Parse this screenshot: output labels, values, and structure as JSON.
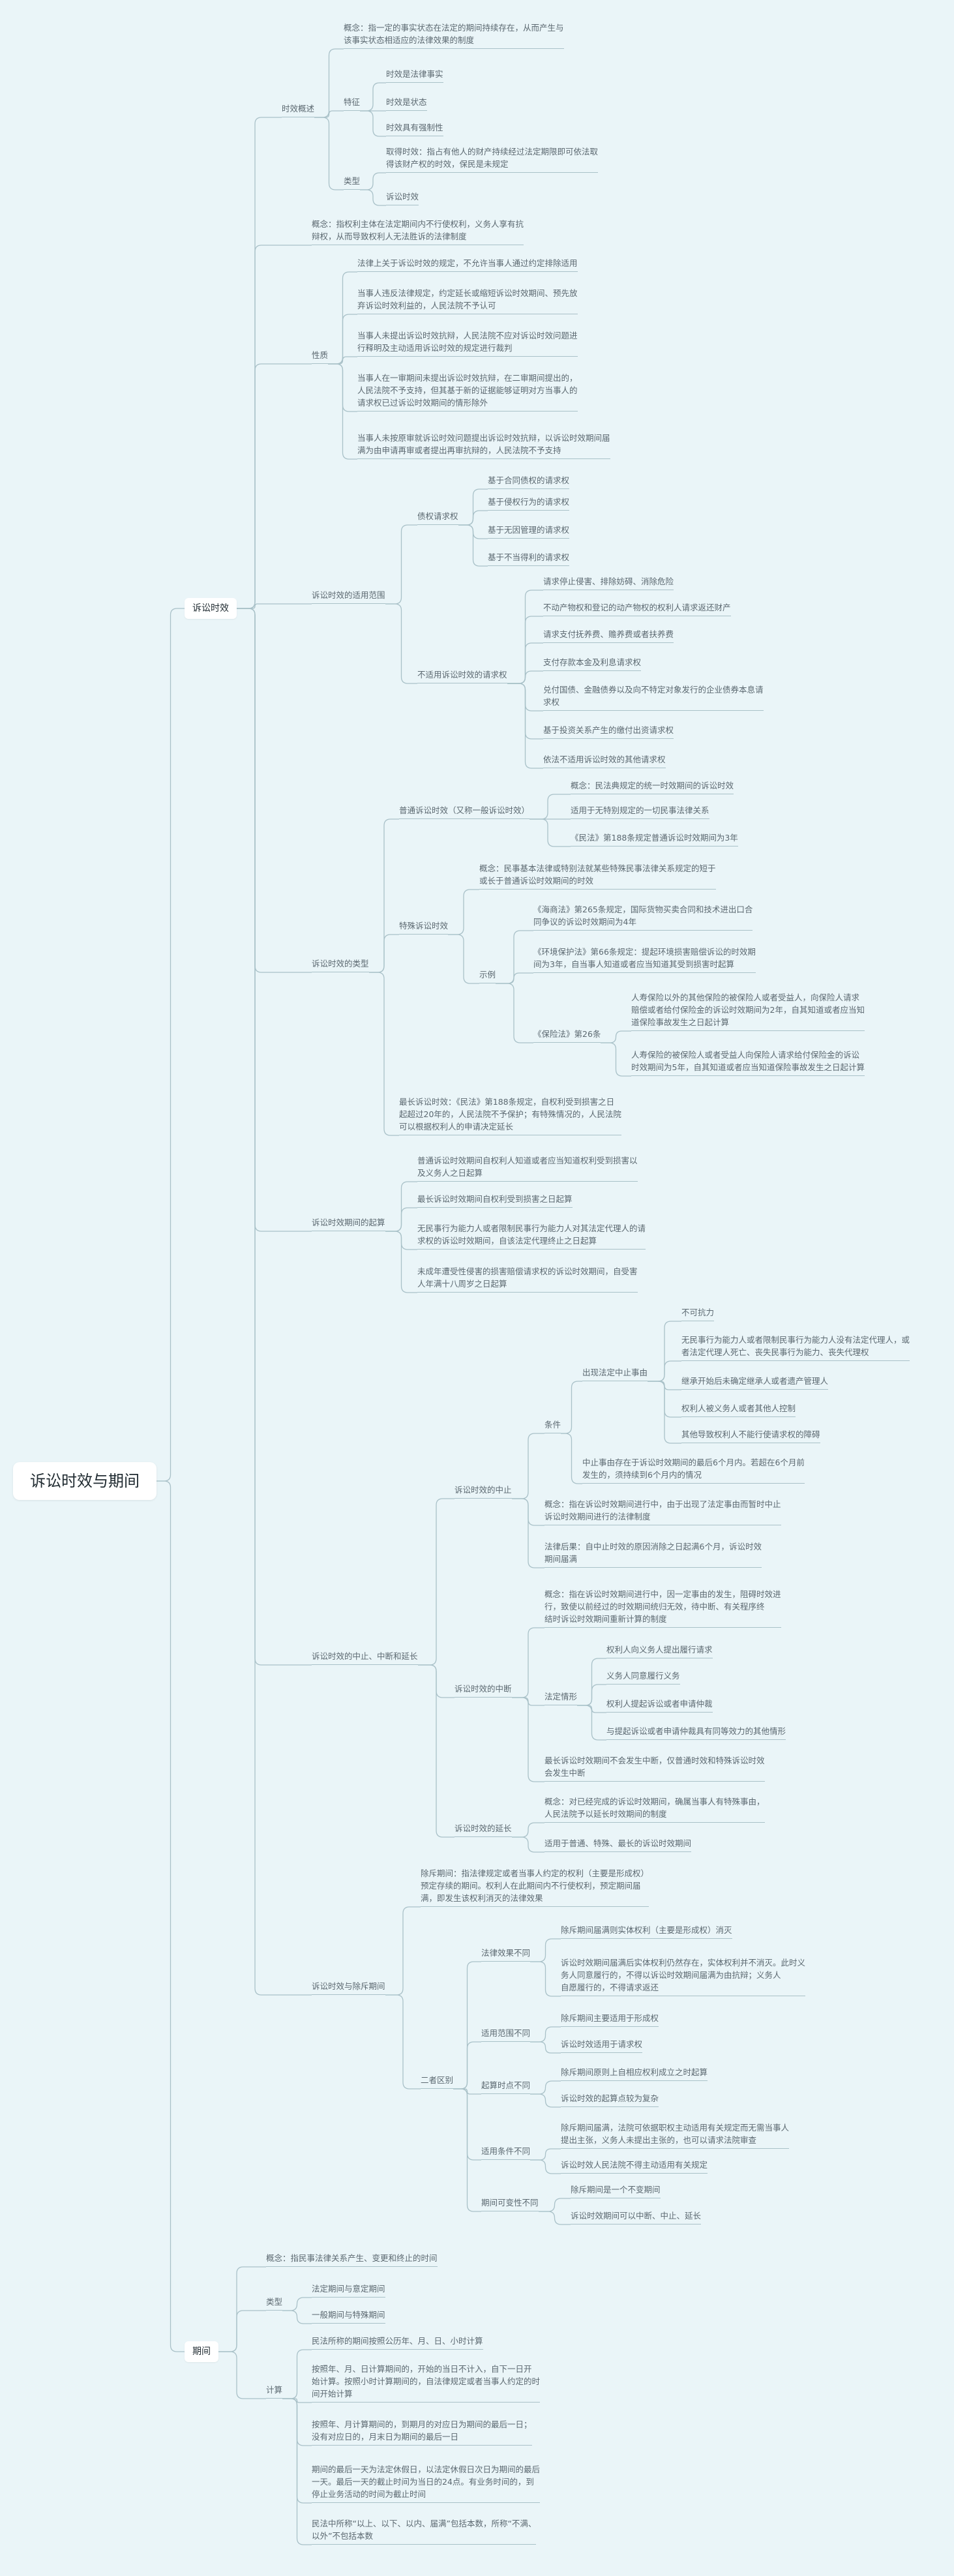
{
  "title": "诉讼时效与期间",
  "colors": {
    "background": "#eaf5f8",
    "line": "#a9c1c8",
    "root_text": "#1f2a30",
    "text": "#5b6870"
  },
  "nodes": [
    {
      "id": "root",
      "text": "诉讼时效与期间"
    },
    {
      "id": "sx",
      "parent": "root",
      "text": "诉讼时效"
    },
    {
      "id": "qj",
      "parent": "root",
      "text": "期间"
    },
    {
      "id": "sx1",
      "parent": "sx",
      "text": "时效概述"
    },
    {
      "id": "sx1a",
      "parent": "sx1",
      "text": "概念：指一定的事实状态在法定的期间持续存在，从而产生与\n该事实状态相适应的法律效果的制度"
    },
    {
      "id": "sx1b",
      "parent": "sx1",
      "text": "特征"
    },
    {
      "id": "sx1b1",
      "parent": "sx1b",
      "text": "时效是法律事实"
    },
    {
      "id": "sx1b2",
      "parent": "sx1b",
      "text": "时效是状态"
    },
    {
      "id": "sx1b3",
      "parent": "sx1b",
      "text": "时效具有强制性"
    },
    {
      "id": "sx1c",
      "parent": "sx1",
      "text": "类型"
    },
    {
      "id": "sx1c1",
      "parent": "sx1c",
      "text": "取得时效：指占有他人的财产持续经过法定期限即可依法取\n得该财产权的时效，保民是未规定"
    },
    {
      "id": "sx1c2",
      "parent": "sx1c",
      "text": "诉讼时效"
    },
    {
      "id": "sx2",
      "parent": "sx",
      "text": "概念：指权利主体在法定期间内不行使权利，义务人享有抗\n辩权，从而导致权利人无法胜诉的法律制度"
    },
    {
      "id": "sx3",
      "parent": "sx",
      "text": "性质"
    },
    {
      "id": "sx3a",
      "parent": "sx3",
      "text": "法律上关于诉讼时效的规定，不允许当事人通过约定排除适用"
    },
    {
      "id": "sx3b",
      "parent": "sx3",
      "text": "当事人违反法律规定，约定延长或缩短诉讼时效期间、预先放\n弃诉讼时效利益的，人民法院不予认可"
    },
    {
      "id": "sx3c",
      "parent": "sx3",
      "text": "当事人未提出诉讼时效抗辩，人民法院不应对诉讼时效问题进\n行释明及主动适用诉讼时效的规定进行裁判"
    },
    {
      "id": "sx3d",
      "parent": "sx3",
      "text": "当事人在一审期间未提出诉讼时效抗辩，在二审期间提出的，\n人民法院不予支持，但其基于新的证据能够证明对方当事人的\n请求权已过诉讼时效期间的情形除外"
    },
    {
      "id": "sx3e",
      "parent": "sx3",
      "text": "当事人未按原审就诉讼时效问题提出诉讼时效抗辩，以诉讼时效期间届\n满为由申请再审或者提出再审抗辩的，人民法院不予支持"
    },
    {
      "id": "sx4",
      "parent": "sx",
      "text": "诉讼时效的适用范围"
    },
    {
      "id": "sx4a",
      "parent": "sx4",
      "text": "债权请求权"
    },
    {
      "id": "sx4a1",
      "parent": "sx4a",
      "text": "基于合同债权的请求权"
    },
    {
      "id": "sx4a2",
      "parent": "sx4a",
      "text": "基于侵权行为的请求权"
    },
    {
      "id": "sx4a3",
      "parent": "sx4a",
      "text": "基于无因管理的请求权"
    },
    {
      "id": "sx4a4",
      "parent": "sx4a",
      "text": "基于不当得利的请求权"
    },
    {
      "id": "sx4b",
      "parent": "sx4",
      "text": "不适用诉讼时效的请求权"
    },
    {
      "id": "sx4b1",
      "parent": "sx4b",
      "text": "请求停止侵害、排除妨碍、消除危险"
    },
    {
      "id": "sx4b2",
      "parent": "sx4b",
      "text": "不动产物权和登记的动产物权的权利人请求返还财产"
    },
    {
      "id": "sx4b3",
      "parent": "sx4b",
      "text": "请求支付抚养费、赡养费或者扶养费"
    },
    {
      "id": "sx4b4",
      "parent": "sx4b",
      "text": "支付存款本金及利息请求权"
    },
    {
      "id": "sx4b5",
      "parent": "sx4b",
      "text": "兑付国债、金融债券以及向不特定对象发行的企业债券本息请\n求权"
    },
    {
      "id": "sx4b6",
      "parent": "sx4b",
      "text": "基于投资关系产生的缴付出资请求权"
    },
    {
      "id": "sx4b7",
      "parent": "sx4b",
      "text": "依法不适用诉讼时效的其他请求权"
    },
    {
      "id": "sx5",
      "parent": "sx",
      "text": "诉讼时效的类型"
    },
    {
      "id": "sx5a",
      "parent": "sx5",
      "text": "普通诉讼时效（又称一般诉讼时效）"
    },
    {
      "id": "sx5a1",
      "parent": "sx5a",
      "text": "概念：民法典规定的统一时效期间的诉讼时效"
    },
    {
      "id": "sx5a2",
      "parent": "sx5a",
      "text": "适用于无特别规定的一切民事法律关系"
    },
    {
      "id": "sx5a3",
      "parent": "sx5a",
      "text": "《民法》第188条规定普通诉讼时效期间为3年"
    },
    {
      "id": "sx5b",
      "parent": "sx5",
      "text": "特殊诉讼时效"
    },
    {
      "id": "sx5b1",
      "parent": "sx5b",
      "text": "概念：民事基本法律或特别法就某些特殊民事法律关系规定的短于\n或长于普通诉讼时效期间的时效"
    },
    {
      "id": "sx5b2",
      "parent": "sx5b",
      "text": "示例"
    },
    {
      "id": "sx5b2a",
      "parent": "sx5b2",
      "text": "《海商法》第265条规定，国际货物买卖合同和技术进出口合\n同争议的诉讼时效期间为4年"
    },
    {
      "id": "sx5b2b",
      "parent": "sx5b2",
      "text": "《环境保护法》第66条规定：提起环境损害赔偿诉讼的时效期\n间为3年，自当事人知道或者应当知道其受到损害时起算"
    },
    {
      "id": "sx5b2c",
      "parent": "sx5b2",
      "text": "《保险法》第26条"
    },
    {
      "id": "sx5b2c1",
      "parent": "sx5b2c",
      "text": "人寿保险以外的其他保险的被保险人或者受益人，向保险人请求\n赔偿或者给付保险金的诉讼时效期间为2年，自其知道或者应当知\n道保险事故发生之日起计算"
    },
    {
      "id": "sx5b2c2",
      "parent": "sx5b2c",
      "text": "人寿保险的被保险人或者受益人向保险人请求给付保险金的诉讼\n时效期间为5年，自其知道或者应当知道保险事故发生之日起计算"
    },
    {
      "id": "sx5c",
      "parent": "sx5",
      "text": "最长诉讼时效：《民法》第188条规定，自权利受到损害之日\n起超过20年的，人民法院不予保护；有特殊情况的，人民法院\n可以根据权利人的申请决定延长"
    },
    {
      "id": "sx6",
      "parent": "sx",
      "text": "诉讼时效期间的起算"
    },
    {
      "id": "sx6a",
      "parent": "sx6",
      "text": "普通诉讼时效期间自权利人知道或者应当知道权利受到损害以\n及义务人之日起算"
    },
    {
      "id": "sx6b",
      "parent": "sx6",
      "text": "最长诉讼时效期间自权利受到损害之日起算"
    },
    {
      "id": "sx6c",
      "parent": "sx6",
      "text": "无民事行为能力人或者限制民事行为能力人对其法定代理人的请\n求权的诉讼时效期间，自该法定代理终止之日起算"
    },
    {
      "id": "sx6d",
      "parent": "sx6",
      "text": "未成年遭受性侵害的损害赔偿请求权的诉讼时效期间，自受害\n人年满十八周岁之日起算"
    },
    {
      "id": "sx7",
      "parent": "sx",
      "text": "诉讼时效的中止、中断和延长"
    },
    {
      "id": "sx7a",
      "parent": "sx7",
      "text": "诉讼时效的中止"
    },
    {
      "id": "sx7a1",
      "parent": "sx7a",
      "text": "条件"
    },
    {
      "id": "sx7a1a",
      "parent": "sx7a1",
      "text": "出现法定中止事由"
    },
    {
      "id": "sx7a1a1",
      "parent": "sx7a1a",
      "text": "不可抗力"
    },
    {
      "id": "sx7a1a2",
      "parent": "sx7a1a",
      "text": "无民事行为能力人或者限制民事行为能力人没有法定代理人，或\n者法定代理人死亡、丧失民事行为能力、丧失代理权"
    },
    {
      "id": "sx7a1a3",
      "parent": "sx7a1a",
      "text": "继承开始后未确定继承人或者遗产管理人"
    },
    {
      "id": "sx7a1a4",
      "parent": "sx7a1a",
      "text": "权利人被义务人或者其他人控制"
    },
    {
      "id": "sx7a1a5",
      "parent": "sx7a1a",
      "text": "其他导致权利人不能行使请求权的障碍"
    },
    {
      "id": "sx7a1b",
      "parent": "sx7a1",
      "text": "中止事由存在于诉讼时效期间的最后6个月内。若超在6个月前\n发生的，须持续到6个月内的情况"
    },
    {
      "id": "sx7a2",
      "parent": "sx7a",
      "text": "概念：指在诉讼时效期间进行中，由于出现了法定事由而暂时中止\n诉讼时效期间进行的法律制度"
    },
    {
      "id": "sx7a3",
      "parent": "sx7a",
      "text": "法律后果：自中止时效的原因消除之日起满6个月，诉讼时效\n期间届满"
    },
    {
      "id": "sx7b",
      "parent": "sx7",
      "text": "诉讼时效的中断"
    },
    {
      "id": "sx7b1",
      "parent": "sx7b",
      "text": "概念：指在诉讼时效期间进行中，因一定事由的发生，阻碍时效进\n行，致使以前经过的时效期间统归无效，待中断、有关程序终\n结时诉讼时效期间重新计算的制度"
    },
    {
      "id": "sx7b2",
      "parent": "sx7b",
      "text": "法定情形"
    },
    {
      "id": "sx7b2a",
      "parent": "sx7b2",
      "text": "权利人向义务人提出履行请求"
    },
    {
      "id": "sx7b2b",
      "parent": "sx7b2",
      "text": "义务人同意履行义务"
    },
    {
      "id": "sx7b2c",
      "parent": "sx7b2",
      "text": "权利人提起诉讼或者申请仲裁"
    },
    {
      "id": "sx7b2d",
      "parent": "sx7b2",
      "text": "与提起诉讼或者申请仲裁具有同等效力的其他情形"
    },
    {
      "id": "sx7b3",
      "parent": "sx7b",
      "text": "最长诉讼时效期间不会发生中断，仅普通时效和特殊诉讼时效\n会发生中断"
    },
    {
      "id": "sx7c",
      "parent": "sx7",
      "text": "诉讼时效的延长"
    },
    {
      "id": "sx7c1",
      "parent": "sx7c",
      "text": "概念：对已经完成的诉讼时效期间，确属当事人有特殊事由，\n人民法院予以延长时效期间的制度"
    },
    {
      "id": "sx7c2",
      "parent": "sx7c",
      "text": "适用于普通、特殊、最长的诉讼时效期间"
    },
    {
      "id": "sx8",
      "parent": "sx",
      "text": "诉讼时效与除斥期间"
    },
    {
      "id": "sx8a",
      "parent": "sx8",
      "text": "除斥期间：指法律规定或者当事人约定的权利（主要是形成权）\n预定存续的期间。权利人在此期间内不行使权利，预定期间届\n满，即发生该权利消灭的法律效果"
    },
    {
      "id": "sx8b",
      "parent": "sx8",
      "text": "二者区别"
    },
    {
      "id": "sx8b1",
      "parent": "sx8b",
      "text": "法律效果不同"
    },
    {
      "id": "sx8b1a",
      "parent": "sx8b1",
      "text": "除斥期间届满则实体权利（主要是形成权）消灭"
    },
    {
      "id": "sx8b1b",
      "parent": "sx8b1",
      "text": "诉讼时效期间届满后实体权利仍然存在，实体权利并不消灭。此时义\n务人同意履行的，不得以诉讼时效期间届满为由抗辩；义务人\n自愿履行的，不得请求返还"
    },
    {
      "id": "sx8b2",
      "parent": "sx8b",
      "text": "适用范围不同"
    },
    {
      "id": "sx8b2a",
      "parent": "sx8b2",
      "text": "除斥期间主要适用于形成权"
    },
    {
      "id": "sx8b2b",
      "parent": "sx8b2",
      "text": "诉讼时效适用于请求权"
    },
    {
      "id": "sx8b3",
      "parent": "sx8b",
      "text": "起算时点不同"
    },
    {
      "id": "sx8b3a",
      "parent": "sx8b3",
      "text": "除斥期间原则上自相应权利成立之时起算"
    },
    {
      "id": "sx8b3b",
      "parent": "sx8b3",
      "text": "诉讼时效的起算点较为复杂"
    },
    {
      "id": "sx8b4",
      "parent": "sx8b",
      "text": "适用条件不同"
    },
    {
      "id": "sx8b4a",
      "parent": "sx8b4",
      "text": "除斥期间届满，法院可依据职权主动适用有关规定而无需当事人\n提出主张，义务人未提出主张的，也可以请求法院审查"
    },
    {
      "id": "sx8b4b",
      "parent": "sx8b4",
      "text": "诉讼时效人民法院不得主动适用有关规定"
    },
    {
      "id": "sx8b5",
      "parent": "sx8b",
      "text": "期间可变性不同"
    },
    {
      "id": "sx8b5a",
      "parent": "sx8b5",
      "text": "除斥期间是一个不变期间"
    },
    {
      "id": "sx8b5b",
      "parent": "sx8b5",
      "text": "诉讼时效期间可以中断、中止、延长"
    },
    {
      "id": "qj1",
      "parent": "qj",
      "text": "概念：指民事法律关系产生、变更和终止的时间"
    },
    {
      "id": "qj2",
      "parent": "qj",
      "text": "类型"
    },
    {
      "id": "qj2a",
      "parent": "qj2",
      "text": "法定期间与意定期间"
    },
    {
      "id": "qj2b",
      "parent": "qj2",
      "text": "一般期间与特殊期间"
    },
    {
      "id": "qj3",
      "parent": "qj",
      "text": "计算"
    },
    {
      "id": "qj3a",
      "parent": "qj3",
      "text": "民法所称的期间按照公历年、月、日、小时计算"
    },
    {
      "id": "qj3b",
      "parent": "qj3",
      "text": "按照年、月、日计算期间的，开始的当日不计入，自下一日开\n始计算。按照小时计算期间的，自法律规定或者当事人约定的时\n间开始计算"
    },
    {
      "id": "qj3c",
      "parent": "qj3",
      "text": "按照年、月计算期间的，到期月的对应日为期间的最后一日；\n没有对应日的，月末日为期间的最后一日"
    },
    {
      "id": "qj3d",
      "parent": "qj3",
      "text": "期间的最后一天为法定休假日，以法定休假日次日为期间的最后\n一天。最后一天的截止时间为当日的24点。有业务时间的，到\n停止业务活动的时间为截止时间"
    },
    {
      "id": "qj3e",
      "parent": "qj3",
      "text": "民法中所称“以上、以下、以内、届满”包括本数，所称“不满、\n以外”不包括本数"
    }
  ]
}
